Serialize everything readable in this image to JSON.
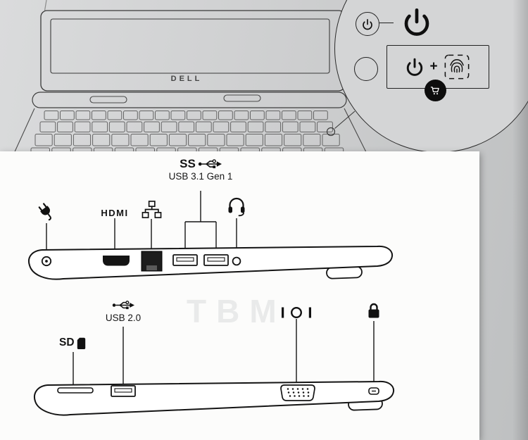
{
  "page": {
    "brand_logo": "DELL",
    "bleedthrough_text": "TBM"
  },
  "power_inset": {
    "plus_sign": "+"
  },
  "left_diagram": {
    "superspeed_text": "SS",
    "usb31_label": "USB 3.1 Gen 1",
    "hdmi_label": "HDMI"
  },
  "right_diagram": {
    "usb20_label": "USB 2.0",
    "sd_label": "SD"
  },
  "colors": {
    "line_art": "#141414",
    "paper_gray": "#cccdce",
    "panel_white": "#fcfcfb",
    "ink_black": "#0d0d0d"
  }
}
